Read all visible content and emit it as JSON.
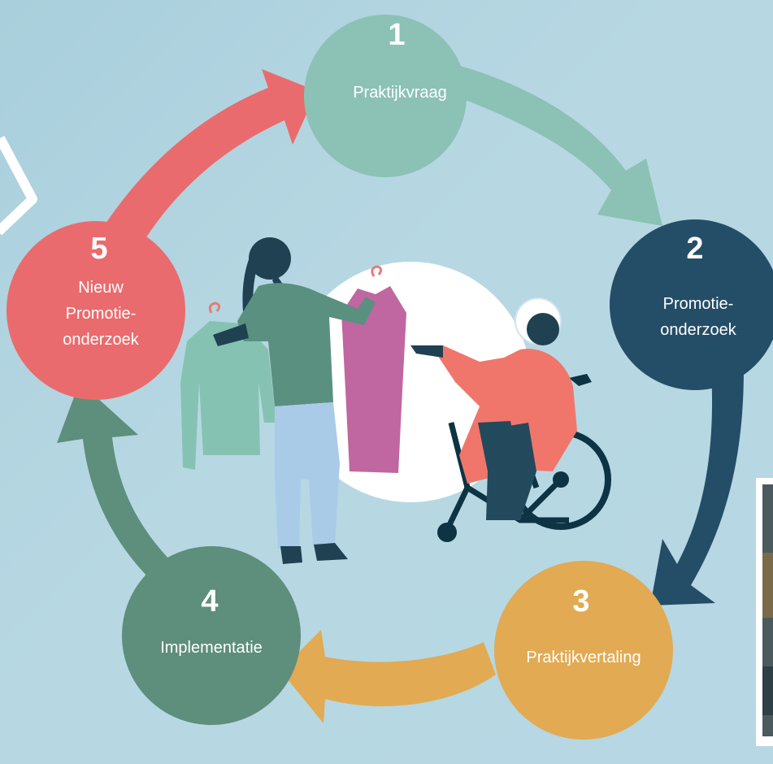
{
  "steps": [
    {
      "number": "1",
      "lines": [
        "Praktijkvraag"
      ],
      "color": "#8bc2b5"
    },
    {
      "number": "2",
      "lines": [
        "Promotie-",
        "onderzoek"
      ],
      "color": "#244e67"
    },
    {
      "number": "3",
      "lines": [
        "Praktijkvertaling"
      ],
      "color": "#e2aa52"
    },
    {
      "number": "4",
      "lines": [
        "Implementatie"
      ],
      "color": "#5e8e7c"
    },
    {
      "number": "5",
      "lines": [
        "Nieuw",
        "Promotie-",
        "onderzoek"
      ],
      "color": "#ea6b6d"
    }
  ],
  "illustration": {
    "caregiver_skin": "#1f4152",
    "scrubs": "#5a9080",
    "trousers": "#a9cbe8",
    "dress_pink": "#c066a1",
    "sweater_teal": "#86c2b2",
    "patient_dress": "#f0766c",
    "wheelchair": "#0e3342"
  }
}
